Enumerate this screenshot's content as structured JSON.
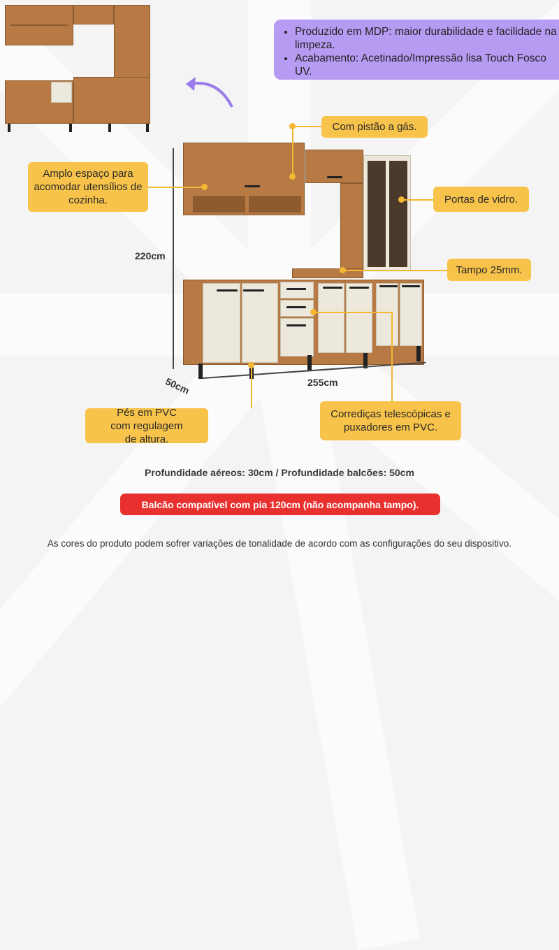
{
  "info_box": {
    "bullets": [
      "Produzido em MDP: maior durabilidade e facilidade na limpeza.",
      "Acabamento: Acetinado/Impressão lisa Touch Fosco UV."
    ]
  },
  "callouts": {
    "gas_piston": "Com pistão a gás.",
    "storage": "Amplo espaço para acomodar utensílios de cozinha.",
    "glass_doors": "Portas de vidro.",
    "countertop": "Tampo 25mm.",
    "feet": "Pés em PVC com regulagem de altura.",
    "slides": "Corrediças telescópicas e puxadores em PVC."
  },
  "dimensions": {
    "height": "220cm",
    "width": "255cm",
    "depth": "50cm"
  },
  "depth_note": "Profundidade aéreos: 30cm / Profundidade balcões: 50cm",
  "warning": "Balcão compatível com pia 120cm (não acompanha tampo).",
  "disclaimer": "As cores do produto podem sofrer variações de tonalidade de acordo com as configurações do seu dispositivo.",
  "colors": {
    "purple": "#b69bf2",
    "yellow": "#f8c34a",
    "red": "#e8302f",
    "wood": "#b77a45",
    "cream": "#ece8dc"
  }
}
